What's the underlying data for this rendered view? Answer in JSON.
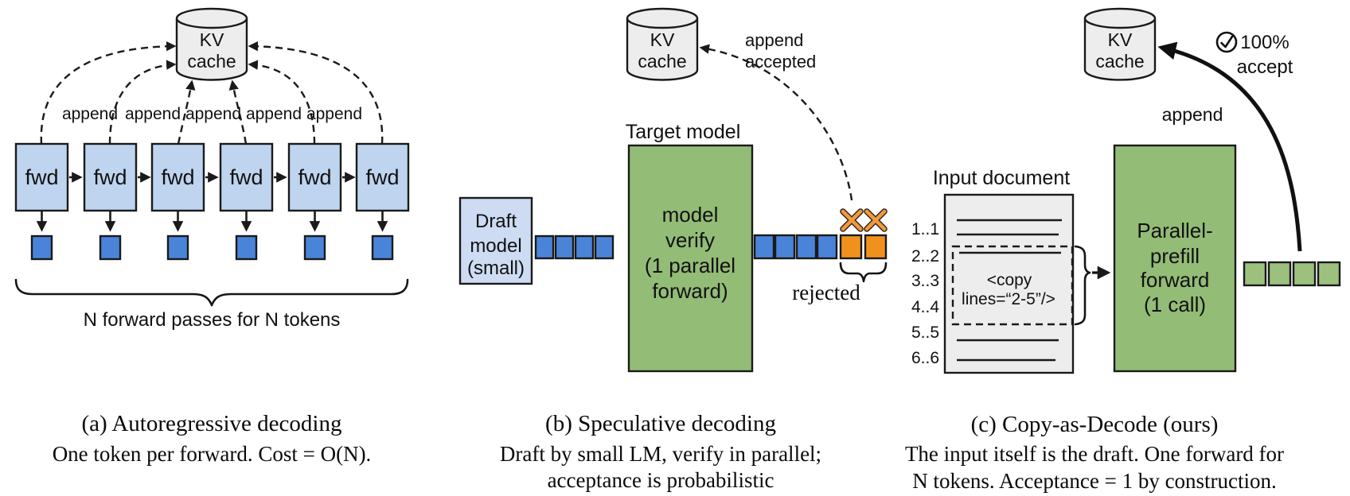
{
  "colors": {
    "box_blue": "#bed4ef",
    "draft_blue": "#cddcf2",
    "token_blue": "#4a84d9",
    "token_orange": "#f0911e",
    "token_green": "#9cc17f",
    "green": "#93bc76",
    "gray_fill": "#ededed",
    "x_orange": "#f09a3e"
  },
  "panel_a": {
    "kv_cache": {
      "line1": "KV",
      "line2": "cache"
    },
    "append_labels": [
      "append",
      "append",
      "append",
      "append",
      "append"
    ],
    "fwd_label": "fwd",
    "brace_label": "N forward passes for N tokens",
    "caption": {
      "title": "(a) Autoregressive decoding",
      "line1": "One token per forward. Cost = O(N)."
    }
  },
  "panel_b": {
    "kv_cache": {
      "line1": "KV",
      "line2": "cache"
    },
    "append_note": {
      "line1": "append",
      "line2": "accepted"
    },
    "target_label": "Target model",
    "draft_box": {
      "line1": "Draft",
      "line2": "model",
      "line3": "(small)"
    },
    "verify_box": {
      "line1": "model",
      "line2": "verify",
      "line3": "(1 parallel",
      "line4": "forward)"
    },
    "rejected_label": "rejected",
    "caption": {
      "title": "(b) Speculative decoding",
      "line1": "Draft by small LM, verify in parallel;",
      "line2": "acceptance is probabilistic"
    }
  },
  "panel_c": {
    "kv_cache": {
      "line1": "KV",
      "line2": "cache"
    },
    "accept_note": {
      "line1": "100%",
      "line2": "accept"
    },
    "append_label": "append",
    "doc_label": "Input document",
    "line_numbers": [
      "1..1",
      "2..2",
      "3..3",
      "4..4",
      "5..5",
      "6..6"
    ],
    "copy_tag": {
      "line1": "<copy",
      "line2": "lines=“2-5”/>"
    },
    "prefill_box": {
      "line1": "Parallel-",
      "line2": "prefill",
      "line3": "forward",
      "line4": "(1 call)"
    },
    "caption": {
      "title": "(c) Copy-as-Decode (ours)",
      "line1": "The input itself is the draft. One forward for",
      "line2": "N tokens. Acceptance = 1 by construction."
    }
  }
}
